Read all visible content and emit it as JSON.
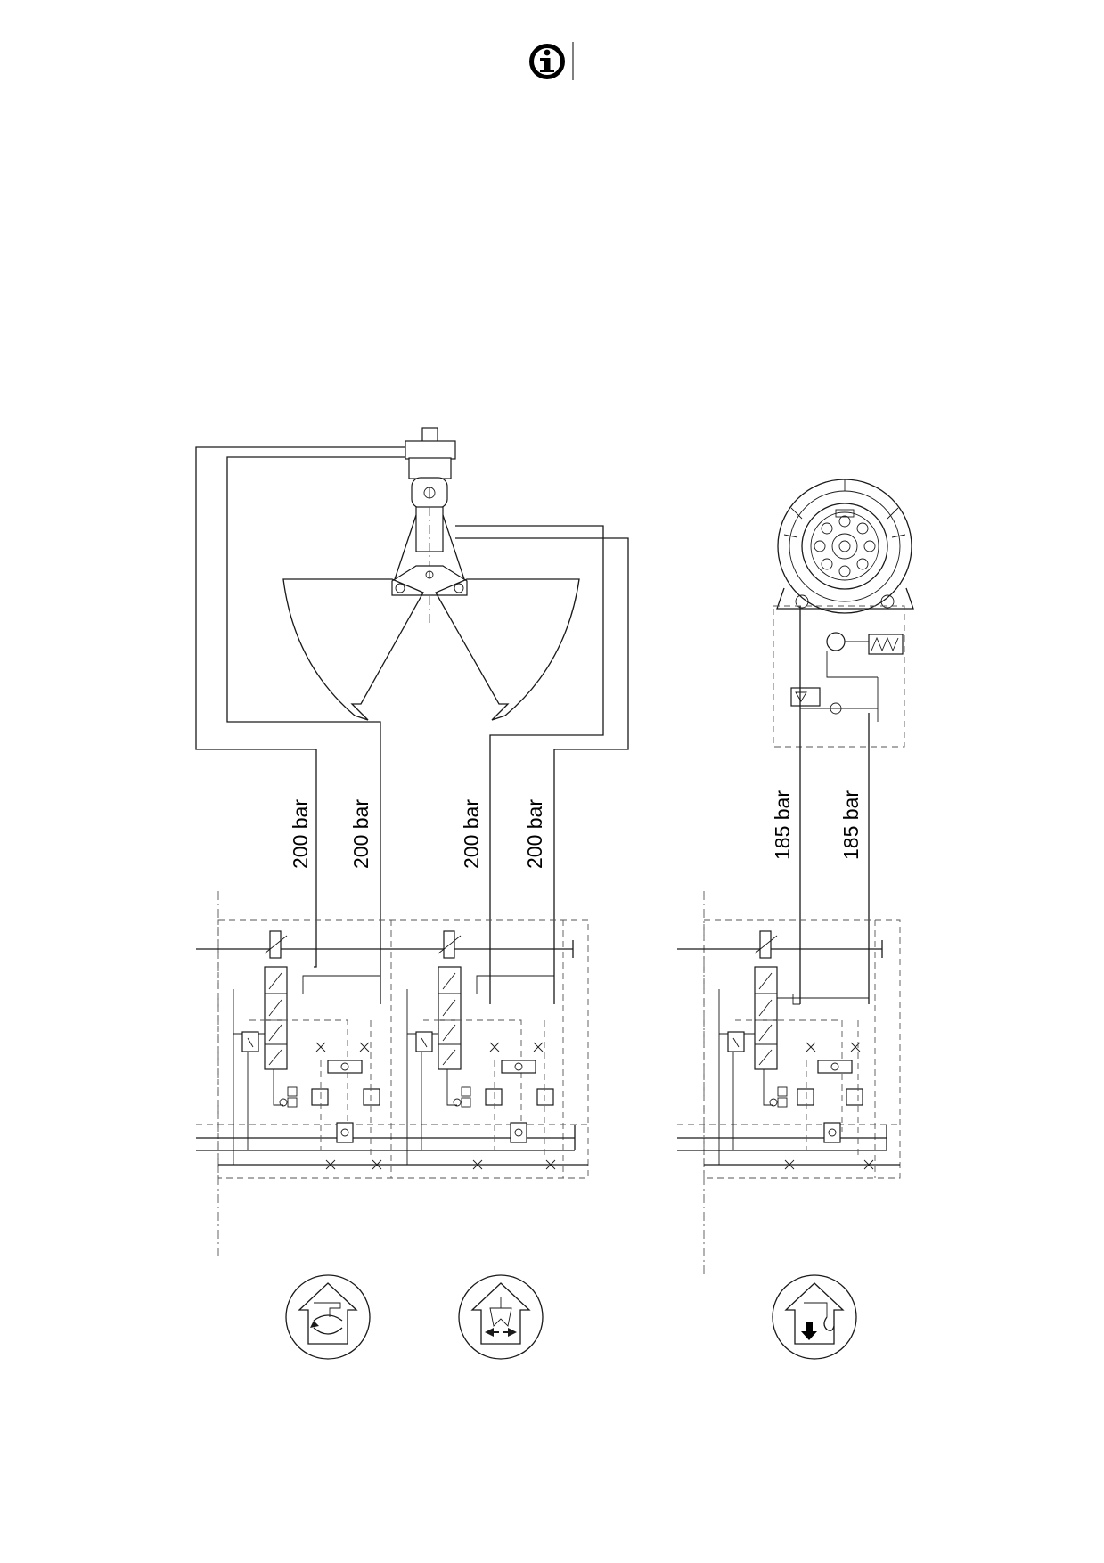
{
  "header": {
    "info_icon": "info-circle-icon"
  },
  "diagram": {
    "pressure_labels": [
      {
        "text": "200 bar"
      },
      {
        "text": "200 bar"
      },
      {
        "text": "200 bar"
      },
      {
        "text": "200 bar"
      },
      {
        "text": "185 bar"
      },
      {
        "text": "185 bar"
      }
    ],
    "components": {
      "grab": "clamshell-grab",
      "winch": "winch-motor",
      "valve_sections": [
        "valve-section-rotate",
        "valve-section-grab",
        "valve-section-hoist"
      ]
    },
    "function_icons": [
      {
        "name": "rotate-function-icon"
      },
      {
        "name": "grab-open-close-function-icon"
      },
      {
        "name": "hoist-lower-function-icon"
      }
    ],
    "colors": {
      "line": "#1a1a1a",
      "dashed": "#555555",
      "background": "#ffffff"
    }
  }
}
